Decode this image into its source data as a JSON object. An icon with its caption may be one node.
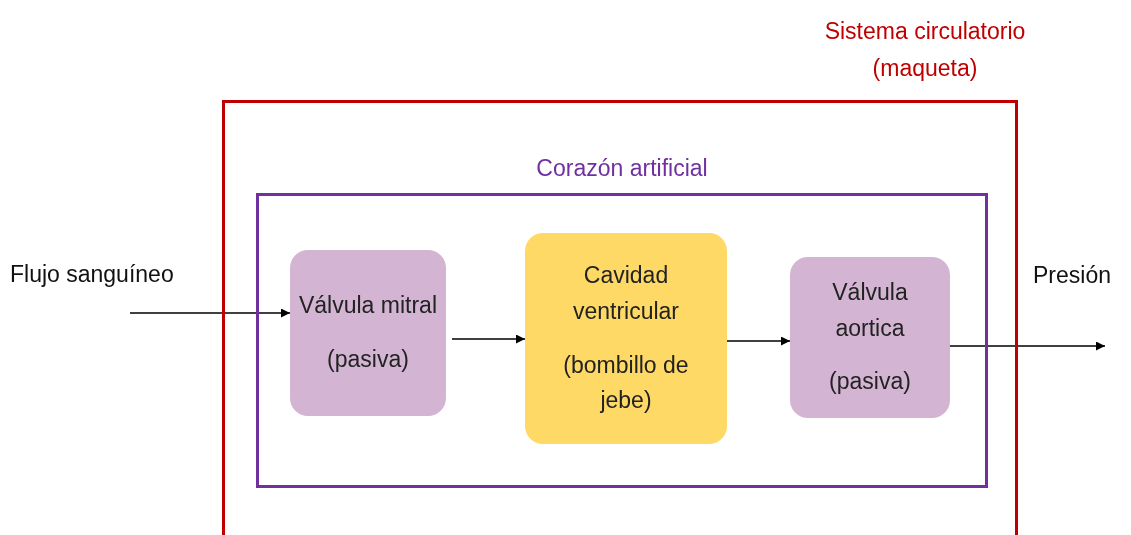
{
  "diagram": {
    "nodes": [
      {
        "text": [
          "Sistema circulatorio (maqueta)"
        ]
      },
      {
        "text": [
          "Corazón artificial"
        ],
        "in": 0
      },
      {
        "text": [
          "Válvula mitral",
          "(pasiva)"
        ],
        "in": 1
      },
      {
        "text": [
          "Cavidad ventricular",
          "(bombillo de jebe)"
        ],
        "in": 1
      },
      {
        "text": [
          "Válvula aortica",
          "(pasiva)"
        ],
        "in": 1
      }
    ],
    "edges": [
      {
        "from": null,
        "to": 2,
        "arrow": "to"
      },
      {
        "from": 2,
        "to": 3,
        "arrow": "to"
      },
      {
        "from": 3,
        "to": 4,
        "arrow": "to"
      },
      {
        "from": 4,
        "to": null,
        "arrow": "to"
      }
    ],
    "labels": [
      "Flujo sanguíneo",
      "Presión"
    ]
  }
}
